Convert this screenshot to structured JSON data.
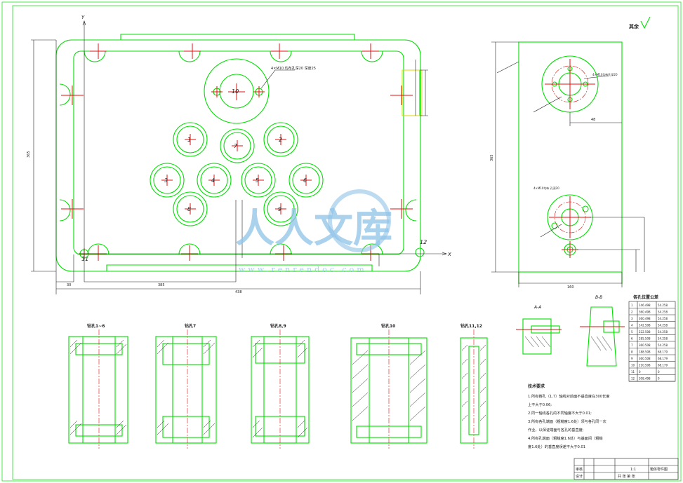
{
  "roughness_mark": "其余",
  "tol_table": {
    "title": "各孔位置公差",
    "rows": [
      [
        "1",
        "146.498",
        "54.258"
      ],
      [
        "2",
        "360.498",
        "54.258"
      ],
      [
        "3",
        "360.498",
        "54.258"
      ],
      [
        "4",
        "142.508",
        "54.258"
      ],
      [
        "5",
        "222.508",
        "54.258"
      ],
      [
        "6",
        "285.508",
        "54.258"
      ],
      [
        "7",
        "360.508",
        "54.258"
      ],
      [
        "8",
        "188.508",
        "68.179"
      ],
      [
        "9",
        "360.508",
        "68.179"
      ],
      [
        "10",
        "210.508",
        "68.179"
      ],
      [
        "11",
        "0",
        "0"
      ],
      [
        "12",
        "308.498",
        "0"
      ]
    ]
  },
  "section_labels": {
    "aa": "A-A",
    "bb": "B-B",
    "hole_a": "钻孔1~6",
    "hole_b": "钻孔7",
    "hole_c": "钻孔8,9",
    "hole_d": "钻孔10",
    "hole_e": "钻孔11,12"
  },
  "hole_numbers": [
    "1",
    "2",
    "3",
    "4",
    "5",
    "6",
    "7",
    "8",
    "9",
    "10",
    "11",
    "12"
  ],
  "axis": {
    "x": "X",
    "y": "Y"
  },
  "dimensions": {
    "overall_width": "438",
    "inner_width": "385",
    "offset": "30",
    "height": "365",
    "side_height": "365",
    "side_width": "160",
    "side_small": "48"
  },
  "notes": {
    "title": "技术要求",
    "lines": [
      "1.所有铸孔（1,7）轴线对前面不垂直度在300长度",
      "上不大于0.06;",
      "2.同一轴线各孔的不同轴度不大于0.01;",
      "3.所有各孔端面（粗糙度1.6处）须与各孔同一次",
      "作业，以保证端面与各孔的垂直度;",
      "4.所有孔端面（粗糙度1.6处）与基面间（粗糙",
      "度1.6处）的垂直度误差不大于0.01"
    ]
  },
  "title_block": {
    "name": "箱体零件图",
    "scale": "1:1",
    "row_a": "审核",
    "row_b": "设计",
    "row_c": "共  张  第  张"
  },
  "watermark": {
    "main": "人人文库",
    "url": "www.renrendoc.com"
  }
}
